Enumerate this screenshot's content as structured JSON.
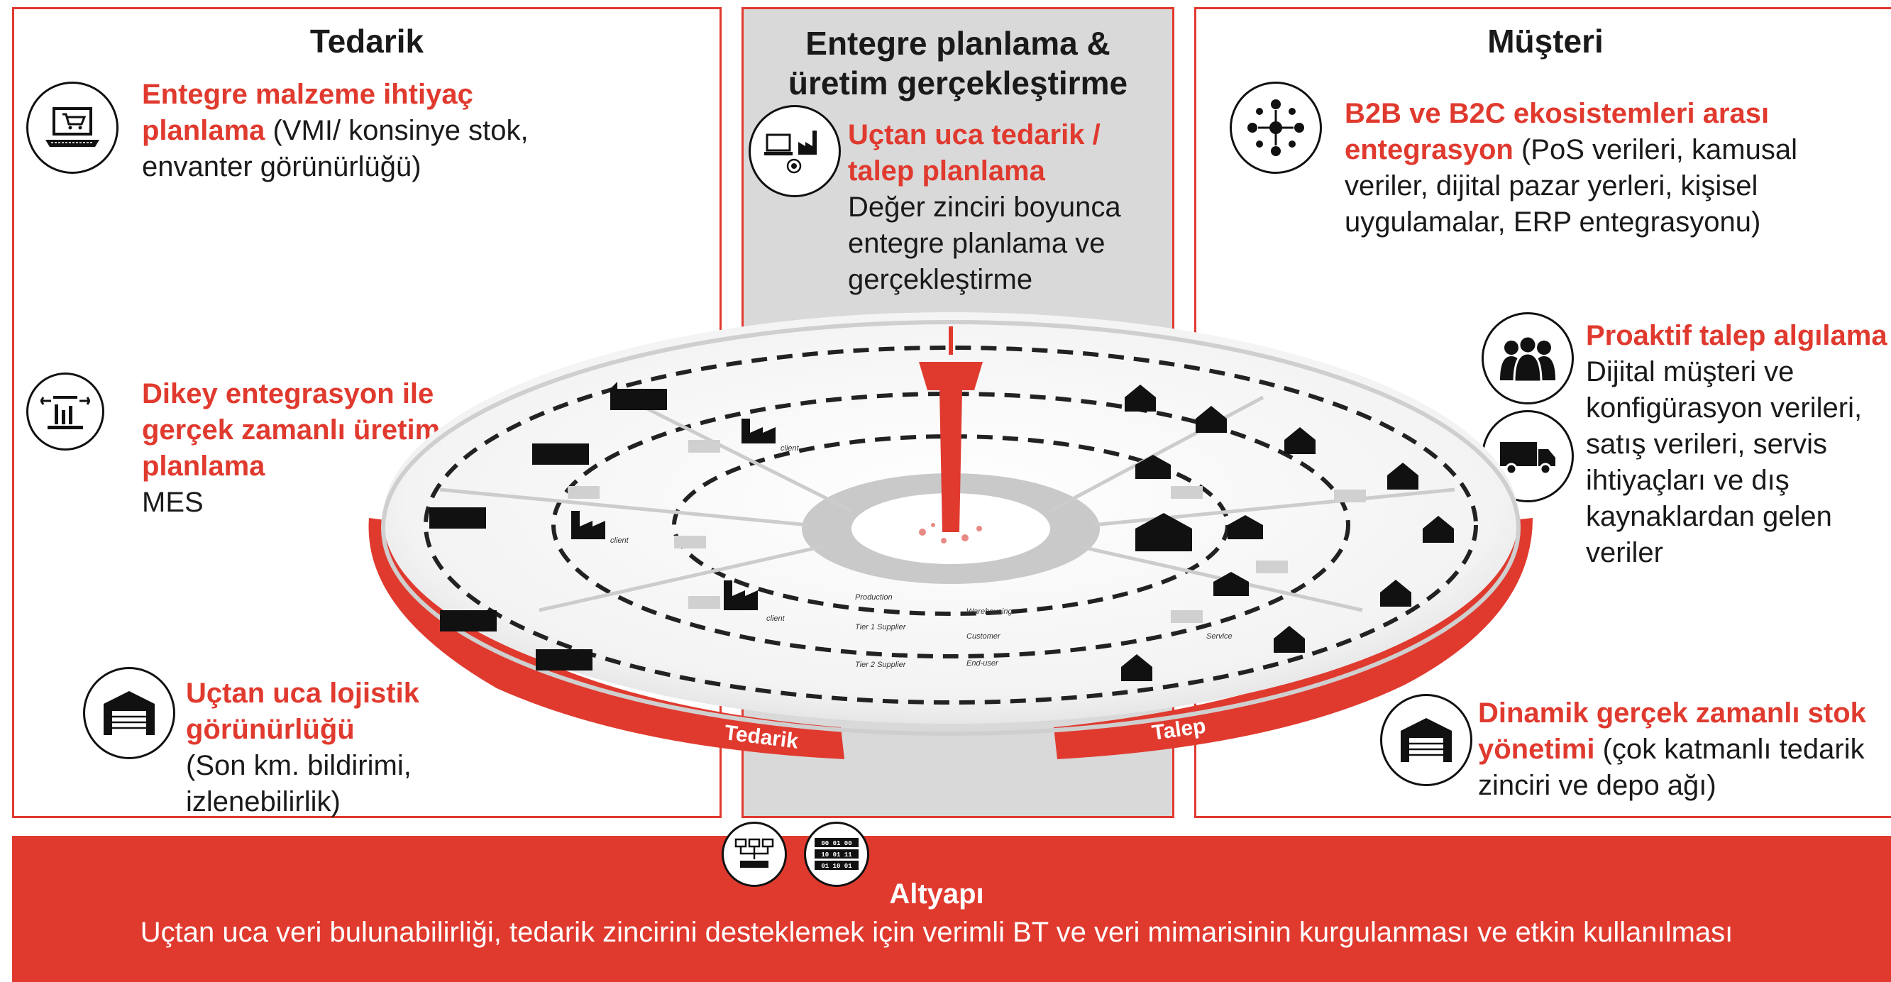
{
  "panels": {
    "left": {
      "title": "Tedarik",
      "items": [
        {
          "icon": "laptop-cart-icon",
          "highlight": "Entegre malzeme ihtiyaç planlama",
          "text": " (VMI/ konsinye stok, envanter görünürlüğü)"
        },
        {
          "icon": "production-line-icon",
          "highlight": "Dikey entegrasyon ile gerçek zamanlı üretim planlama",
          "text": "MES"
        },
        {
          "icon": "warehouse-icon",
          "highlight": "Uçtan uca lojistik görünürlüğü",
          "text": "(Son km. bildirimi, izlenebilirlik)"
        }
      ]
    },
    "middle": {
      "title": "Entegre planlama & üretim gerçekleştirme",
      "item": {
        "icon": "planning-factory-icon",
        "highlight": "Uçtan uca tedarik / talep planlama",
        "text": "Değer zinciri boyunca entegre planlama ve gerçekleştirme"
      }
    },
    "right": {
      "title": "Müşteri",
      "items": [
        {
          "icon": "ecosystem-network-icon",
          "highlight": "B2B ve B2C ekosistemleri arası entegrasyon",
          "text": " (PoS verileri, kamusal veriler, dijital pazar yerleri, kişisel uygulamalar, ERP entegrasyonu)"
        },
        {
          "icon": "people-group-icon",
          "highlight": "Proaktif talep algılama",
          "text": "Dijital müşteri ve konfigürasyon verileri, satış verileri, servis ihtiyaçları ve dış kaynaklardan gelen veriler"
        },
        {
          "icon": "delivery-van-icon"
        },
        {
          "icon": "warehouse-icon",
          "highlight": "Dinamik gerçek zamanlı stok yönetimi",
          "text": " (çok katmanlı tedarik zinciri ve depo ağı)"
        }
      ]
    }
  },
  "diagram": {
    "supply_label": "Tedarik",
    "demand_label": "Talep",
    "small_labels": [
      "client",
      "client",
      "client",
      "Production",
      "Tier 1 Supplier",
      "Tier 2 Supplier",
      "Warehousing",
      "Customer",
      "End-user",
      "Service"
    ]
  },
  "infrastructure": {
    "icons": [
      "network-icon",
      "binary-data-icon"
    ],
    "binary_rows": [
      "00 01 00",
      "10 01 11",
      "01 10 01"
    ],
    "title": "Altyapı",
    "description": "Uçtan uca veri bulunabilirliği, tedarik zincirini desteklemek için verimli BT ve veri mimarisinin kurgulanması ve etkin kullanılması"
  },
  "colors": {
    "accent": "#e03a2f",
    "middle_panel": "#d9d9d9",
    "text": "#1a1a1a"
  }
}
